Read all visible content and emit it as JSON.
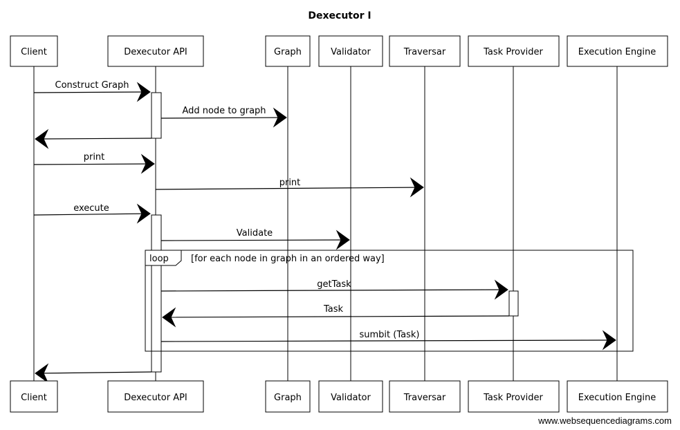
{
  "title": "Dexecutor I",
  "footer": "www.websequencediagrams.com",
  "participants": [
    {
      "id": "client",
      "label": "Client"
    },
    {
      "id": "api",
      "label": "Dexecutor API"
    },
    {
      "id": "graph",
      "label": "Graph"
    },
    {
      "id": "validator",
      "label": "Validator"
    },
    {
      "id": "traversar",
      "label": "Traversar"
    },
    {
      "id": "taskprovider",
      "label": "Task Provider"
    },
    {
      "id": "engine",
      "label": "Execution Engine"
    }
  ],
  "messages": [
    {
      "from": "client",
      "to": "api",
      "label": "Construct Graph"
    },
    {
      "from": "api",
      "to": "graph",
      "label": "Add node to graph"
    },
    {
      "from": "api",
      "to": "client",
      "label": ""
    },
    {
      "from": "client",
      "to": "api",
      "label": "print"
    },
    {
      "from": "api",
      "to": "traversar",
      "label": "print"
    },
    {
      "from": "client",
      "to": "api",
      "label": "execute"
    },
    {
      "from": "api",
      "to": "validator",
      "label": "Validate"
    },
    {
      "from": "api",
      "to": "taskprovider",
      "label": "getTask"
    },
    {
      "from": "taskprovider",
      "to": "api",
      "label": "Task"
    },
    {
      "from": "api",
      "to": "engine",
      "label": "sumbit (Task)"
    },
    {
      "from": "api",
      "to": "client",
      "label": ""
    }
  ],
  "loop": {
    "keyword": "loop",
    "condition": "[for each node in graph in an ordered way]"
  }
}
